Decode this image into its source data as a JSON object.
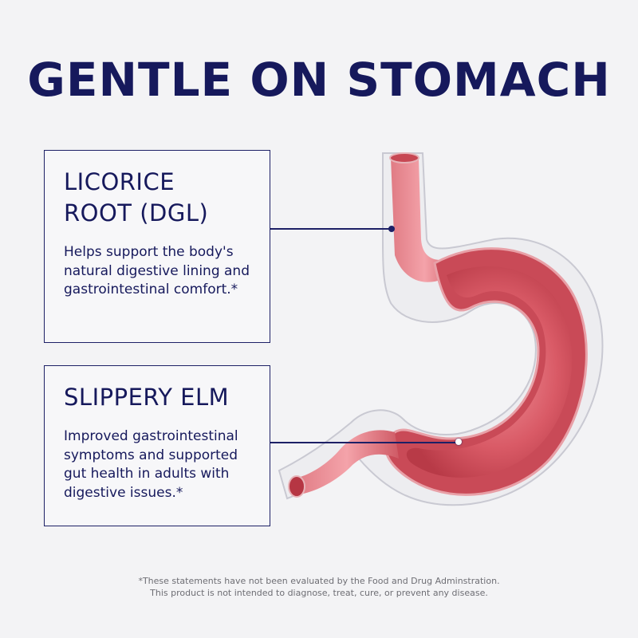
{
  "title": "GENTLE ON STOMACH",
  "cards": [
    {
      "title_line1": "LICORICE",
      "title_line2": "ROOT (DGL)",
      "description": "Helps support the body's natural digestive lining and gastrointestinal comfort.*"
    },
    {
      "title_line1": "SLIPPERY ELM",
      "description": "Improved gastrointestinal symptoms and supported gut health in adults with digestive issues.*"
    }
  ],
  "disclaimer": {
    "line1": "*These statements have not been evaluated by the Food and Drug Adminstration.",
    "line2": "This product is not intended to diagnose, treat, cure, or prevent any disease."
  },
  "colors": {
    "navy": "#16195c",
    "stomach_red": "#d4545f",
    "background": "#f3f3f5"
  },
  "illustration": "stomach-cross-section"
}
